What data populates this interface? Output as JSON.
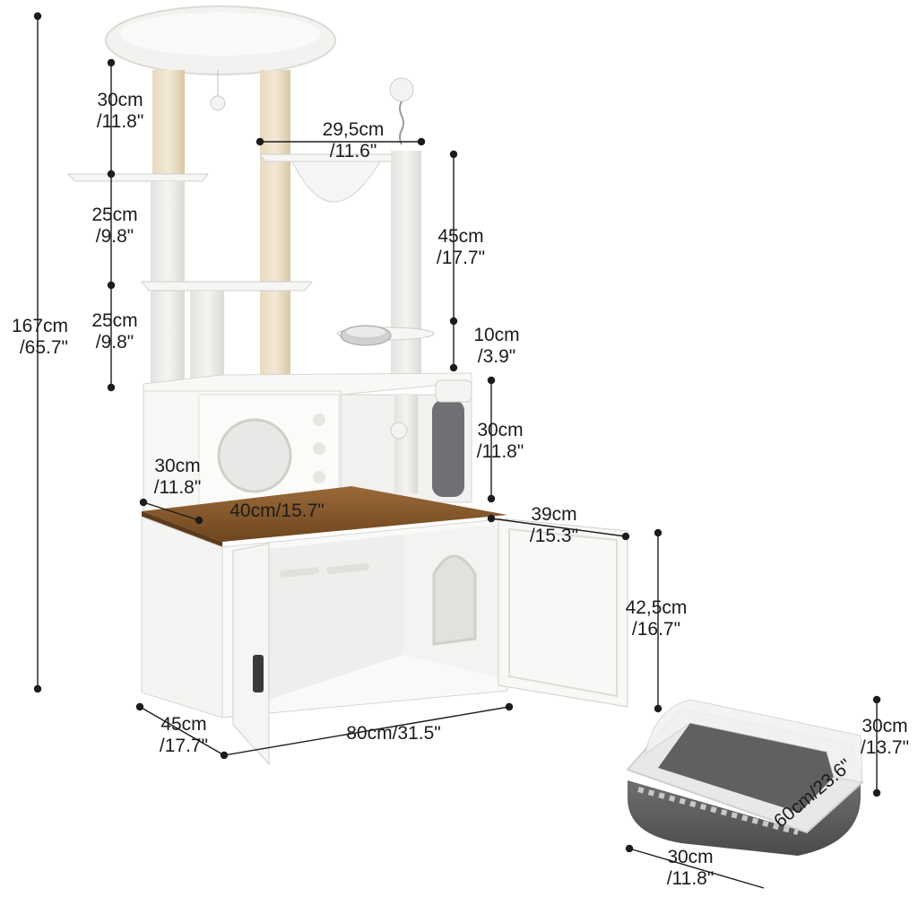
{
  "dimensions": {
    "total_height": {
      "metric": "167cm",
      "imperial": "/65.7\""
    },
    "top_post": {
      "metric": "30cm",
      "imperial": "/11.8\""
    },
    "platform_gap_1": {
      "metric": "25cm",
      "imperial": "/9.8\""
    },
    "platform_gap_2": {
      "metric": "25cm",
      "imperial": "/9.8\""
    },
    "hammock_width": {
      "metric": "29,5cm",
      "imperial": "/11.6\""
    },
    "right_post": {
      "metric": "45cm",
      "imperial": "/17.7\""
    },
    "bowl_gap": {
      "metric": "10cm",
      "imperial": "/3.9\""
    },
    "upper_cabinet_height": {
      "metric": "30cm",
      "imperial": "/11.8\""
    },
    "brush_height": {
      "metric": "30cm",
      "imperial": "/11.8\""
    },
    "upper_cabinet_width": {
      "inline": "40cm/15.7\""
    },
    "door_width": {
      "metric": "39cm",
      "imperial": "/15.3\""
    },
    "cabinet_height": {
      "metric": "42,5cm",
      "imperial": "/16.7\""
    },
    "cabinet_depth": {
      "metric": "45cm",
      "imperial": "/17.7\""
    },
    "cabinet_width": {
      "inline": "80cm/31.5\""
    },
    "litter_height": {
      "metric": "30cm",
      "imperial": "/13.7\""
    },
    "litter_width": {
      "metric": "30cm",
      "imperial": "/11.8\""
    },
    "litter_length": {
      "inline": "60cm/23.6\""
    }
  },
  "colors": {
    "cabinet_white": "#f7f7f5",
    "wood_top": "#8a5a2b",
    "sisal": "#e8dcc2",
    "plush": "#f1f0ee",
    "dim_line": "#1c1c1c",
    "litter_gray": "#5d5e60"
  }
}
